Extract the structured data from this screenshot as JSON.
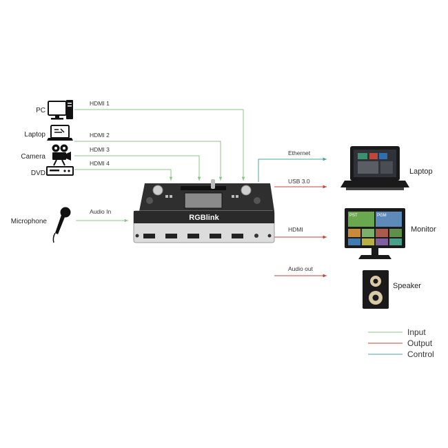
{
  "colors": {
    "input": "#8cc58a",
    "output": "#c8423c",
    "control": "#4fa0a6",
    "device_dark": "#2b2b2b",
    "device_silver": "#d9d9d9"
  },
  "inputs": {
    "pc": "PC",
    "laptop": "Laptop",
    "camera": "Camera",
    "dvd": "DVD",
    "microphone": "Microphone"
  },
  "signals": {
    "hdmi1": "HDMI 1",
    "hdmi2": "HDMI 2",
    "hdmi3": "HDMI 3",
    "hdmi4": "HDMI 4",
    "audio_in": "Audio In",
    "ethernet": "Ethernet",
    "usb": "USB 3.0",
    "hdmi_out": "HDMI",
    "audio_out": "Audio out"
  },
  "device": {
    "brand": "RGBlink"
  },
  "outputs": {
    "laptop": "Laptop",
    "monitor": "Monitor",
    "speaker": "Speaker",
    "monitor_pst": "PST",
    "monitor_pgm": "PGM"
  },
  "legend": {
    "input": "Input",
    "output": "Output",
    "control": "Control"
  }
}
